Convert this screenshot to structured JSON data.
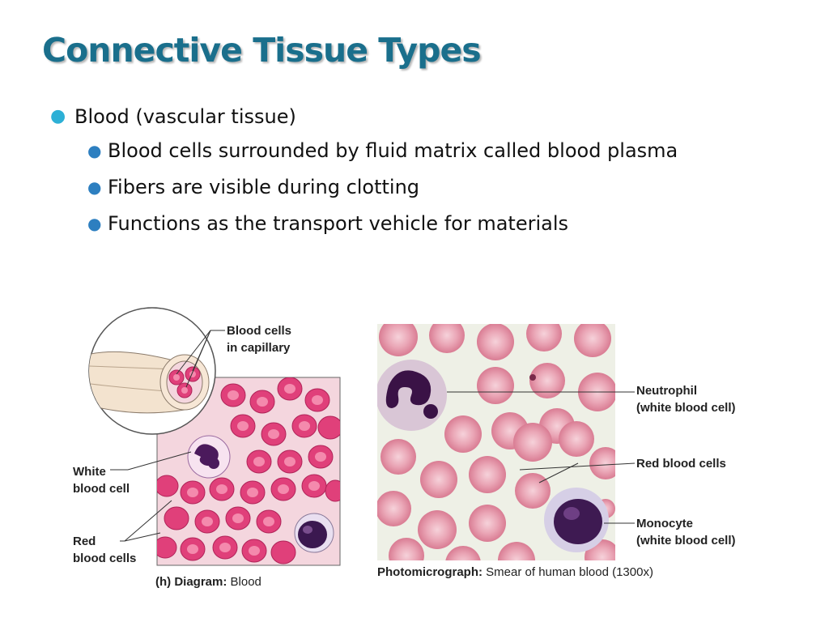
{
  "slide": {
    "title": "Connective Tissue Types",
    "bullet": "Blood (vascular tissue)",
    "sub_bullets": [
      "Blood cells surrounded by fluid matrix called blood plasma",
      "Fibers are visible during clotting",
      "Functions as the transport vehicle for materials"
    ]
  },
  "diagram": {
    "labels": {
      "capillary_1": "Blood cells",
      "capillary_2": "in capillary",
      "wbc_1": "White",
      "wbc_2": "blood cell",
      "rbc_1": "Red",
      "rbc_2": "blood cells"
    },
    "caption_prefix": "(h) Diagram:",
    "caption_text": "Blood"
  },
  "photo": {
    "labels": {
      "neutrophil_1": "Neutrophil",
      "neutrophil_2": "(white blood cell)",
      "rbc": "Red blood cells",
      "monocyte_1": "Monocyte",
      "monocyte_2": "(white blood cell)"
    },
    "caption_prefix": "Photomicrograph:",
    "caption_text": "Smear of human blood (1300x)"
  },
  "colors": {
    "title": "#1a6f8c",
    "bullet_l1": "#2db0d6",
    "bullet_l2": "#2d7fc0"
  }
}
